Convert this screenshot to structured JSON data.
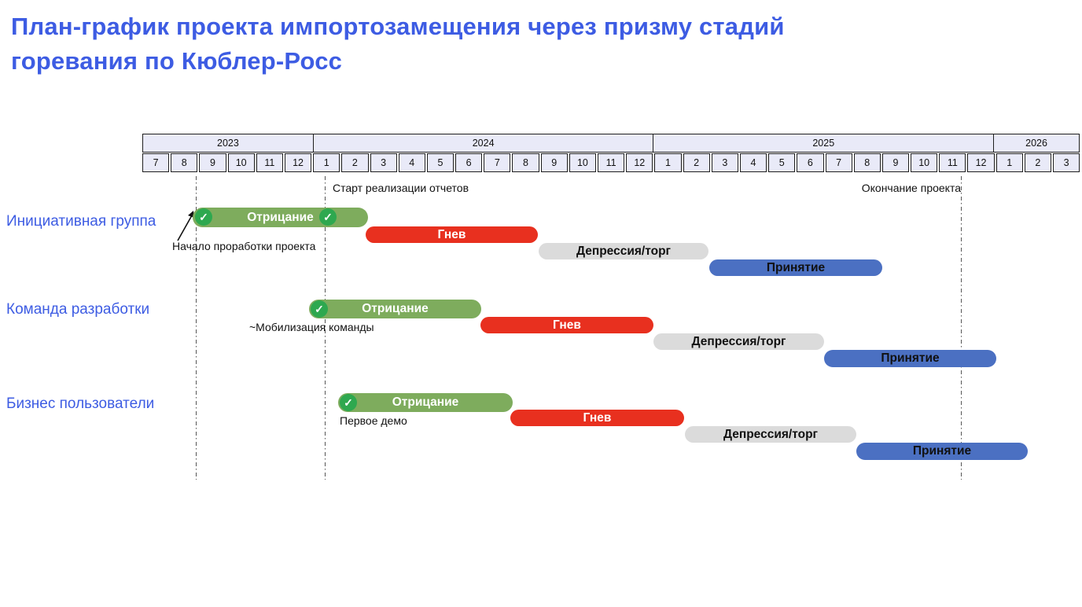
{
  "title": {
    "line1": "План-график проекта импортозамещения через призму стадий",
    "line2": "горевания по Кюблер-Росс"
  },
  "icons": {
    "check": "✓"
  },
  "timeline": {
    "years": [
      {
        "label": "2023",
        "months_count": 6
      },
      {
        "label": "2024",
        "months_count": 12
      },
      {
        "label": "2025",
        "months_count": 12
      },
      {
        "label": "2026",
        "months_count": 3
      }
    ],
    "months": [
      "7",
      "8",
      "9",
      "10",
      "11",
      "12",
      "1",
      "2",
      "3",
      "4",
      "5",
      "6",
      "7",
      "8",
      "9",
      "10",
      "11",
      "12",
      "1",
      "2",
      "3",
      "4",
      "5",
      "6",
      "7",
      "8",
      "9",
      "10",
      "11",
      "12",
      "1",
      "2",
      "3"
    ]
  },
  "milestones": [
    {
      "id": "project-elaboration-start",
      "label": "Начало проработки проекта"
    },
    {
      "id": "reports-implementation-start",
      "label": "Старт реализации отчетов"
    },
    {
      "id": "team-mobilization",
      "label": "~Мобилизация команды"
    },
    {
      "id": "first-demo",
      "label": "Первое демо"
    },
    {
      "id": "project-end",
      "label": "Окончание проекта"
    }
  ],
  "groups": [
    {
      "label": "Инициативная группа",
      "bars": [
        {
          "stage": "Отрицание",
          "checked": true
        },
        {
          "stage": "Гнев"
        },
        {
          "stage": "Депрессия/торг"
        },
        {
          "stage": "Принятие"
        }
      ]
    },
    {
      "label": "Команда разработки",
      "bars": [
        {
          "stage": "Отрицание",
          "checked": true
        },
        {
          "stage": "Гнев"
        },
        {
          "stage": "Депрессия/торг"
        },
        {
          "stage": "Принятие"
        }
      ]
    },
    {
      "label": "Бизнес пользователи",
      "bars": [
        {
          "stage": "Отрицание",
          "checked": true
        },
        {
          "stage": "Гнев"
        },
        {
          "stage": "Депрессия/торг"
        },
        {
          "stage": "Принятие"
        }
      ]
    }
  ],
  "colors": {
    "title_blue": "#3D5CE3",
    "label_blue": "#3D5CE3",
    "denial_green": "#7EAC5D",
    "check_green": "#2EA84F",
    "anger_red": "#E8301F",
    "depression_gray": "#DBDBDB",
    "acceptance_blue": "#4B70C2",
    "header_fill": "#E9EAF8"
  },
  "chart_data": {
    "type": "bar",
    "subtype": "gantt",
    "title": "План-график проекта импортозамещения через призму стадий горевания по Кюблер-Росс",
    "time_axis": {
      "unit": "month",
      "start": "2023-07",
      "end": "2026-03",
      "year_groups": {
        "2023": [
          7,
          8,
          9,
          10,
          11,
          12
        ],
        "2024": [
          1,
          2,
          3,
          4,
          5,
          6,
          7,
          8,
          9,
          10,
          11,
          12
        ],
        "2025": [
          1,
          2,
          3,
          4,
          5,
          6,
          7,
          8,
          9,
          10,
          11,
          12
        ],
        "2026": [
          1,
          2,
          3
        ]
      }
    },
    "rows": [
      {
        "group": "Инициативная группа",
        "stages": [
          {
            "name": "Отрицание",
            "start": "2023-09",
            "end": "2024-02",
            "color": "#7EAC5D",
            "checkmarks": 2
          },
          {
            "name": "Гнев",
            "start": "2024-03",
            "end": "2024-08",
            "color": "#E8301F"
          },
          {
            "name": "Депрессия/торг",
            "start": "2024-09",
            "end": "2025-02",
            "color": "#DBDBDB"
          },
          {
            "name": "Принятие",
            "start": "2025-03",
            "end": "2025-09",
            "color": "#4B70C2"
          }
        ]
      },
      {
        "group": "Команда разработки",
        "stages": [
          {
            "name": "Отрицание",
            "start": "2024-01",
            "end": "2024-06",
            "color": "#7EAC5D",
            "checkmarks": 1
          },
          {
            "name": "Гнев",
            "start": "2024-07",
            "end": "2024-12",
            "color": "#E8301F"
          },
          {
            "name": "Депрессия/торг",
            "start": "2025-01",
            "end": "2025-06",
            "color": "#DBDBDB"
          },
          {
            "name": "Принятие",
            "start": "2025-07",
            "end": "2025-12",
            "color": "#4B70C2"
          }
        ]
      },
      {
        "group": "Бизнес пользователи",
        "stages": [
          {
            "name": "Отрицание",
            "start": "2024-02",
            "end": "2024-07",
            "color": "#7EAC5D",
            "checkmarks": 1
          },
          {
            "name": "Гнев",
            "start": "2024-08",
            "end": "2025-01",
            "color": "#E8301F"
          },
          {
            "name": "Депрессия/торг",
            "start": "2025-02",
            "end": "2025-08",
            "color": "#DBDBDB"
          },
          {
            "name": "Принятие",
            "start": "2025-08",
            "end": "2026-02",
            "color": "#4B70C2"
          }
        ]
      }
    ],
    "milestones": [
      {
        "label": "Начало проработки проекта",
        "date": "2023-09"
      },
      {
        "label": "Старт реализации отчетов",
        "date": "2024-01"
      },
      {
        "label": "~Мобилизация команды",
        "date": "2024-01"
      },
      {
        "label": "Первое демо",
        "date": "2024-02"
      },
      {
        "label": "Окончание проекта",
        "date": "2025-11"
      }
    ],
    "legend_position": "none",
    "grid": "off"
  }
}
